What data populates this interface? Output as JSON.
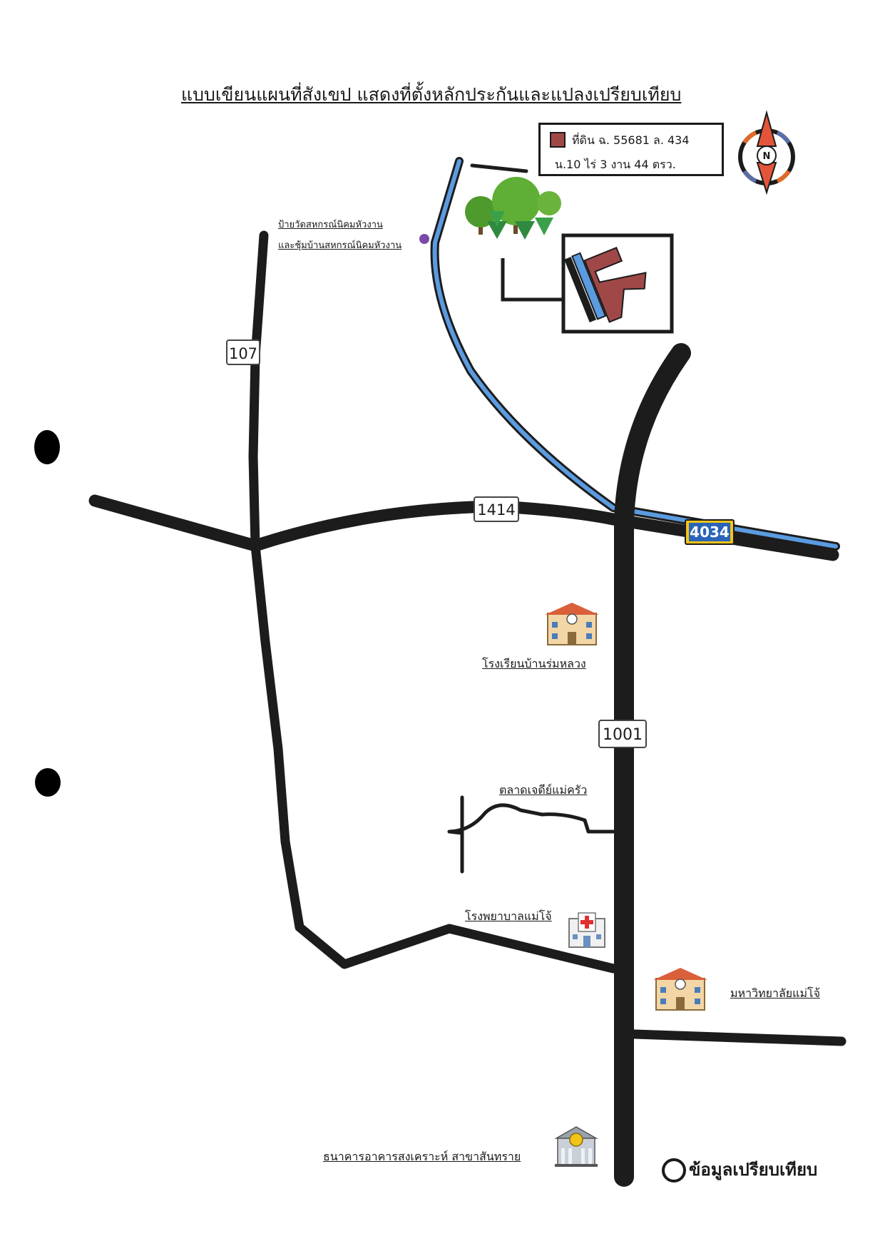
{
  "title": "แบบเขียนแผนที่สังเขป  แสดงที่ตั้งหลักประกันและแปลงเปรียบเทียบ",
  "legend": {
    "deed_line": "ที่ดิน   ฉ. 55681  ล. 434",
    "area_line": "น.10 ไร่ 3 งาน 44 ตรว.",
    "swatch_color": "#a04848"
  },
  "compass": {
    "label": "N"
  },
  "roads": {
    "r107": "107",
    "r1414": "1414",
    "r4034": "4034",
    "r1001": "1001"
  },
  "places": {
    "temple_line1": "ป้ายวัดสหกรณ์นิคมหัวงาน",
    "temple_line2": "และชุ้มบ้านสหกรณ์นิคมหัวงาน",
    "school": "โรงเรียนบ้านร่มหลวง",
    "market": "ตลาดเจดีย์แม่ครัว",
    "hospital": "โรงพยาบาลแม่โจ้",
    "university": "มหาวิทยาลัยแม่โจ้",
    "bank": "ธนาคารอาคารสงเคราะห์  สาขาสันทราย"
  },
  "comparison_label": "ข้อมูลเปรียบเทียบ",
  "colors": {
    "road": "#1c1c1c",
    "canal": "#5b9be0",
    "plot": "#a04848",
    "highway_badge": "#f2c418"
  }
}
